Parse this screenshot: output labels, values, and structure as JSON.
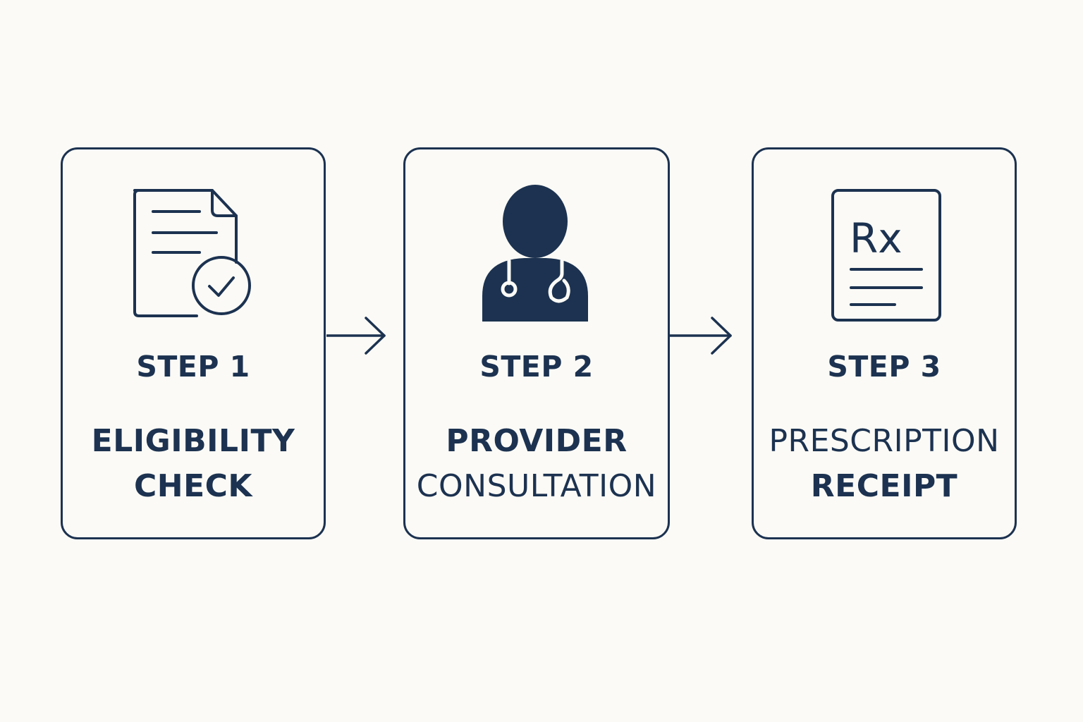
{
  "colors": {
    "background": "#fbfaf6",
    "ink": "#1c3250"
  },
  "steps": [
    {
      "label": "STEP 1",
      "title_lines": [
        "ELIGIBILITY",
        "CHECK"
      ],
      "icon": "document-check-icon"
    },
    {
      "label": "STEP 2",
      "title_lines": [
        "PROVIDER",
        "CONSULTATION"
      ],
      "icon": "doctor-stethoscope-icon"
    },
    {
      "label": "STEP 3",
      "title_lines": [
        "PRESCRIPTION",
        "RECEIPT"
      ],
      "icon": "prescription-rx-icon",
      "icon_text": "Rx"
    }
  ],
  "connectors": [
    {
      "from": 1,
      "to": 2,
      "icon": "arrow-right-icon"
    },
    {
      "from": 2,
      "to": 3,
      "icon": "arrow-right-icon"
    }
  ]
}
